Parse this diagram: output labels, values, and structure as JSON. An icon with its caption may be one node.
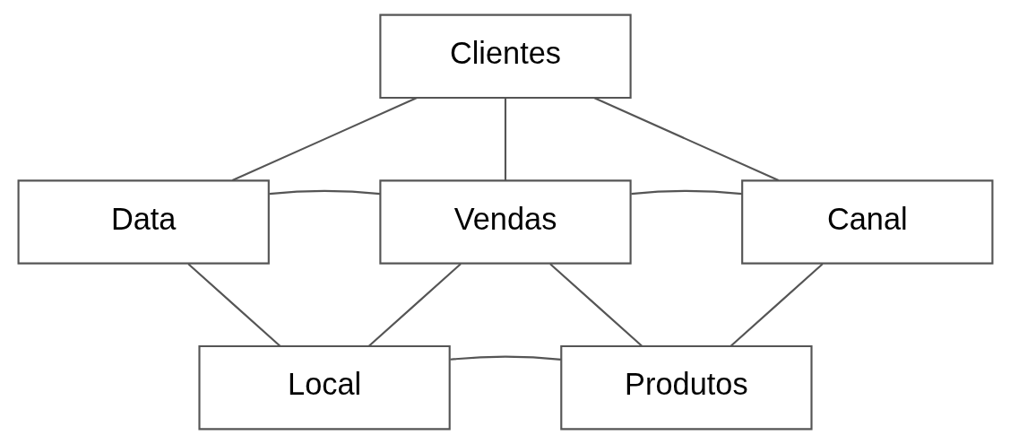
{
  "diagram": {
    "nodes": [
      {
        "text": [
          "Clientes"
        ]
      },
      {
        "text": [
          "Data"
        ]
      },
      {
        "text": [
          "Vendas"
        ]
      },
      {
        "text": [
          "Canal"
        ]
      },
      {
        "text": [
          "Local"
        ]
      },
      {
        "text": [
          "Produtos"
        ]
      }
    ],
    "edges": [
      {
        "from": 0,
        "to": 2,
        "arrow": "none"
      },
      {
        "from": 1,
        "to": 2,
        "arrow": "none"
      },
      {
        "from": 3,
        "to": 2,
        "arrow": "none"
      },
      {
        "from": 4,
        "to": 2,
        "arrow": "none"
      },
      {
        "from": 5,
        "to": 2,
        "arrow": "none"
      },
      {
        "from": 0,
        "to": 1,
        "arrow": "none"
      },
      {
        "from": 1,
        "to": 4,
        "arrow": "none"
      },
      {
        "from": 4,
        "to": 5,
        "arrow": "none"
      },
      {
        "from": 5,
        "to": 3,
        "arrow": "none"
      },
      {
        "from": 3,
        "to": 0,
        "arrow": "none"
      }
    ]
  }
}
